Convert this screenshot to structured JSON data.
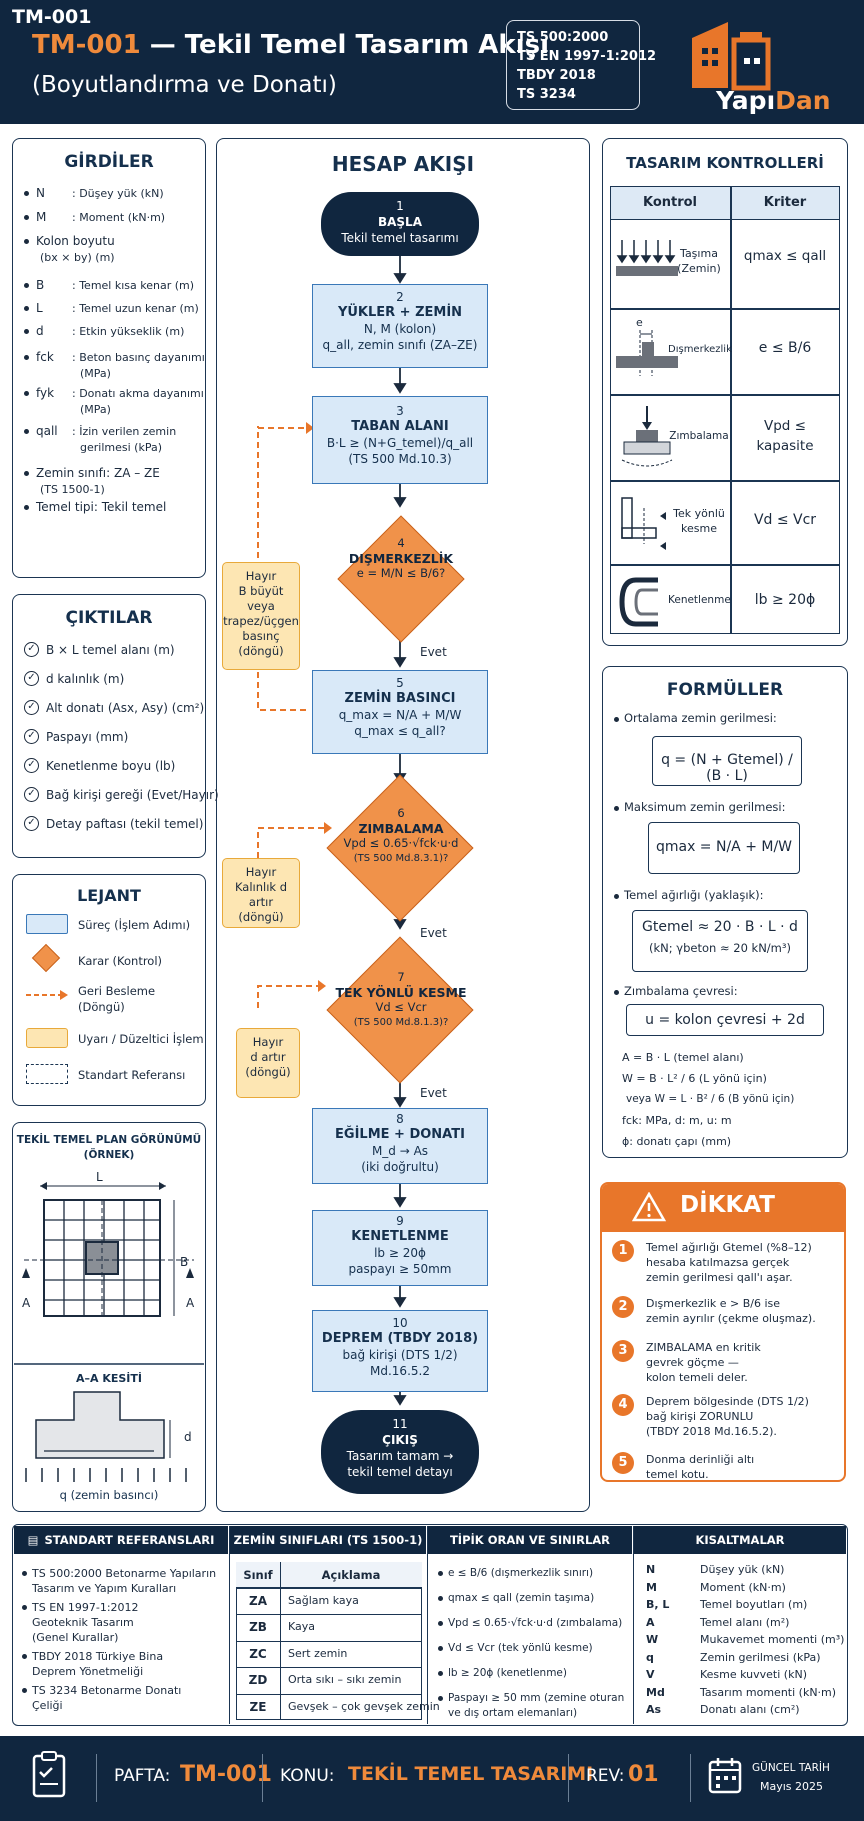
{
  "header": {
    "tag": "TM-001",
    "title_code": "TM-001",
    "title_rest": " — Tekil Temel Tasarım Akışı",
    "subtitle": "(Boyutlandırma ve Donatı)",
    "standards": [
      "TS 500:2000",
      "TS EN 1997-1:2012",
      "TBDY 2018",
      "TS 3234"
    ],
    "logo_a": "Yapı",
    "logo_b": "Dan"
  },
  "inputs": {
    "title": "GİRDİLER",
    "items": [
      {
        "sym": "N",
        "desc": ": Düşey yük (kN)"
      },
      {
        "sym": "M",
        "desc": ": Moment (kN·m)"
      },
      {
        "sym": "Kolon boyutu",
        "desc": "(bx × by) (m)"
      },
      {
        "sym": "B",
        "desc": ": Temel kısa kenar (m)"
      },
      {
        "sym": "L",
        "desc": ": Temel uzun kenar (m)"
      },
      {
        "sym": "d",
        "desc": ": Etkin yükseklik (m)"
      },
      {
        "sym": "fck",
        "desc": ": Beton basınç dayanımı",
        "desc2": "(MPa)"
      },
      {
        "sym": "fyk",
        "desc": ": Donatı akma dayanımı",
        "desc2": "(MPa)"
      },
      {
        "sym": "qall",
        "desc": ": İzin verilen zemin",
        "desc2": "gerilmesi (kPa)"
      },
      {
        "sym": "Zemin sınıfı: ZA – ZE",
        "desc": "(TS 1500-1)"
      },
      {
        "sym": "Temel tipi: Tekil temel",
        "desc": ""
      }
    ]
  },
  "outputs": {
    "title": "ÇIKTILAR",
    "items": [
      "B × L temel alanı (m)",
      "d kalınlık (m)",
      "Alt donatı (Asx, Asy) (cm²)",
      "Paspayı (mm)",
      "Kenetlenme boyu (lb)",
      "Bağ kirişi gereği (Evet/Hayır)",
      "Detay paftası (tekil temel)"
    ]
  },
  "legend": {
    "title": "LEJANT",
    "items": [
      "Süreç (İşlem Adımı)",
      "Karar (Kontrol)",
      "Geri Besleme",
      "(Döngü)",
      "Uyarı / Düzeltici İşlem",
      "Standart Referansı"
    ]
  },
  "plan": {
    "title1": "TEKİL TEMEL PLAN GÖRÜNÜMÜ",
    "title2": "(ÖRNEK)",
    "L": "L",
    "B": "B",
    "A": "A",
    "section": "A–A KESİTİ",
    "d": "d",
    "q": "q (zemin basıncı)"
  },
  "flow": {
    "title": "HESAP AKIŞI",
    "s1": {
      "n": "1",
      "h": "BAŞLA",
      "t": "Tekil temel tasarımı"
    },
    "s2": {
      "n": "2",
      "h": "YÜKLER + ZEMİN",
      "t1": "N, M (kolon)",
      "t2": "q_all, zemin sınıfı (ZA–ZE)"
    },
    "s3": {
      "n": "3",
      "h": "TABAN ALANI",
      "t1": "B·L ≥ (N+G_temel)/q_all",
      "t2": "(TS 500 Md.10.3)"
    },
    "s4": {
      "n": "4",
      "h": "DIŞMERKEZLİK",
      "t1": "e = M/N ≤ B/6?"
    },
    "s5": {
      "n": "5",
      "h": "ZEMİN BASINCI",
      "t1": "q_max = N/A + M/W",
      "t2": "q_max ≤ q_all?"
    },
    "s6": {
      "n": "6",
      "h": "ZIMBALAMA",
      "t1": "Vpd ≤ 0.65·√fck·u·d",
      "t2": "(TS 500 Md.8.3.1)?"
    },
    "s7": {
      "n": "7",
      "h": "TEK YÖNLÜ KESME",
      "t1": "Vd ≤ Vcr",
      "t2": "(TS 500 Md.8.1.3)?"
    },
    "s8": {
      "n": "8",
      "h": "EĞİLME + DONATI",
      "t1": "M_d → As",
      "t2": "(iki doğrultu)"
    },
    "s9": {
      "n": "9",
      "h": "KENETLENME",
      "t1": "lb ≥ 20ϕ",
      "t2": "paspayı ≥ 50mm"
    },
    "s10": {
      "n": "10",
      "h": "DEPREM (TBDY 2018)",
      "t1": "bağ kirişi (DTS 1/2)",
      "t2": "Md.16.5.2"
    },
    "s11": {
      "n": "11",
      "h": "ÇIKIŞ",
      "t1": "Tasarım tamam →",
      "t2": "tekil temel detayı"
    },
    "w1": [
      "Hayır",
      "B büyüt veya",
      "trapez/üçgen",
      "basınç",
      "(döngü)"
    ],
    "w2": [
      "Hayır",
      "Kalınlık d artır",
      "(döngü)"
    ],
    "w3": [
      "Hayır",
      "d artır",
      "(döngü)"
    ],
    "yes": "Evet"
  },
  "checks": {
    "title": "TASARIM KONTROLLERİ",
    "col1": "Kontrol",
    "col2": "Kriter",
    "rows": [
      {
        "name": "Taşıma (Zemin)",
        "crit": "qmax ≤ qall"
      },
      {
        "name": "Dışmerkezlik",
        "crit": "e ≤ B/6"
      },
      {
        "name": "Zımbalama",
        "crit": "Vpd ≤ kapasite"
      },
      {
        "name": "Tek yönlü kesme",
        "crit": "Vd ≤ Vcr"
      },
      {
        "name": "Kenetlenme",
        "crit": "lb ≥ 20ϕ"
      }
    ],
    "e_label": "e"
  },
  "formulas": {
    "title": "FORMÜLLER",
    "f1_label": "Ortalama zemin gerilmesi:",
    "f1": "q = (N + Gtemel) / (B · L)",
    "f2_label": "Maksimum zemin gerilmesi:",
    "f2": "qmax = N/A + M/W",
    "f3_label": "Temel ağırlığı (yaklaşık):",
    "f3a": "Gtemel ≈ 20 · B · L · d",
    "f3b": "(kN; γbeton ≈ 20 kN/m³)",
    "f4_label": "Zımbalama çevresi:",
    "f4": "u = kolon çevresi + 2d",
    "notes": [
      "A = B · L    (temel alanı)",
      "W = B · L² / 6  (L yönü için)",
      "veya  W = L · B² / 6  (B yönü için)",
      "fck: MPa,   d: m,   u: m",
      "ϕ: donatı çapı (mm)"
    ]
  },
  "dikkat": {
    "title": "DİKKAT",
    "items": [
      {
        "n": "1",
        "l": [
          "Temel ağırlığı Gtemel (%8–12)",
          "hesaba katılmazsa gerçek",
          "zemin gerilmesi qall'ı aşar."
        ]
      },
      {
        "n": "2",
        "l": [
          "Dışmerkezlik e > B/6 ise",
          "zemin ayrılır (çekme oluşmaz)."
        ]
      },
      {
        "n": "3",
        "l": [
          "ZIMBALAMA en kritik",
          "gevrek göçme —",
          "kolon temeli deler."
        ]
      },
      {
        "n": "4",
        "l": [
          "Deprem bölgesinde (DTS 1/2)",
          "bağ kirişi ZORUNLU",
          "(TBDY 2018 Md.16.5.2)."
        ]
      },
      {
        "n": "5",
        "l": [
          "Donma derinliği altı",
          "temel kotu."
        ]
      }
    ]
  },
  "bottom": {
    "refs_title": "STANDART REFERANSLARI",
    "refs": [
      [
        "TS 500:2000 Betonarme Yapıların",
        "Tasarım ve Yapım Kuralları"
      ],
      [
        "TS EN 1997-1:2012",
        "Geoteknik Tasarım",
        "(Genel Kurallar)"
      ],
      [
        "TBDY 2018 Türkiye Bina",
        "Deprem Yönetmeliği"
      ],
      [
        "TS 3234 Betonarme Donatı",
        "Çeliği"
      ]
    ],
    "soil_title": "ZEMİN SINIFLARI (TS 1500-1)",
    "soil_head": [
      "Sınıf",
      "Açıklama"
    ],
    "soil_rows": [
      [
        "ZA",
        "Sağlam kaya"
      ],
      [
        "ZB",
        "Kaya"
      ],
      [
        "ZC",
        "Sert zemin"
      ],
      [
        "ZD",
        "Orta sıkı – sıkı zemin"
      ],
      [
        "ZE",
        "Gevşek – çok gevşek zemin"
      ]
    ],
    "ratio_title": "TİPİK ORAN VE SINIRLAR",
    "ratios": [
      [
        "e ≤ B/6   (dışmerkezlik sınırı)"
      ],
      [
        "qmax ≤ qall   (zemin taşıma)"
      ],
      [
        "Vpd ≤ 0.65·√fck·u·d   (zımbalama)"
      ],
      [
        "Vd ≤ Vcr   (tek yönlü kesme)"
      ],
      [
        "lb ≥ 20ϕ   (kenetlenme)"
      ],
      [
        "Paspayı ≥ 50 mm (zemine oturan",
        "ve dış ortam elemanları)"
      ]
    ],
    "abbr_title": "KISALTMALAR",
    "abbr": [
      [
        "N",
        "Düşey yük (kN)"
      ],
      [
        "M",
        "Moment (kN·m)"
      ],
      [
        "B, L",
        "Temel boyutları (m)"
      ],
      [
        "A",
        "Temel alanı (m²)"
      ],
      [
        "W",
        "Mukavemet momenti (m³)"
      ],
      [
        "q",
        "Zemin gerilmesi (kPa)"
      ],
      [
        "V",
        "Kesme kuvveti (kN)"
      ],
      [
        "Md",
        "Tasarım momenti (kN·m)"
      ],
      [
        "As",
        "Donatı alanı (cm²)"
      ]
    ]
  },
  "footer": {
    "pafta_label": "PAFTA:",
    "pafta": "TM-001",
    "konu_label": "KONU:",
    "konu": "TEKİL TEMEL TASARIMI",
    "rev_label": "REV:",
    "rev": "01",
    "date_label": "GÜNCEL TARİH",
    "date": "Mayıs 2025"
  },
  "colors": {
    "navy": "#10263f",
    "orange": "#e8762a",
    "process": "#d9e9f8",
    "warning": "#fde6b3"
  }
}
